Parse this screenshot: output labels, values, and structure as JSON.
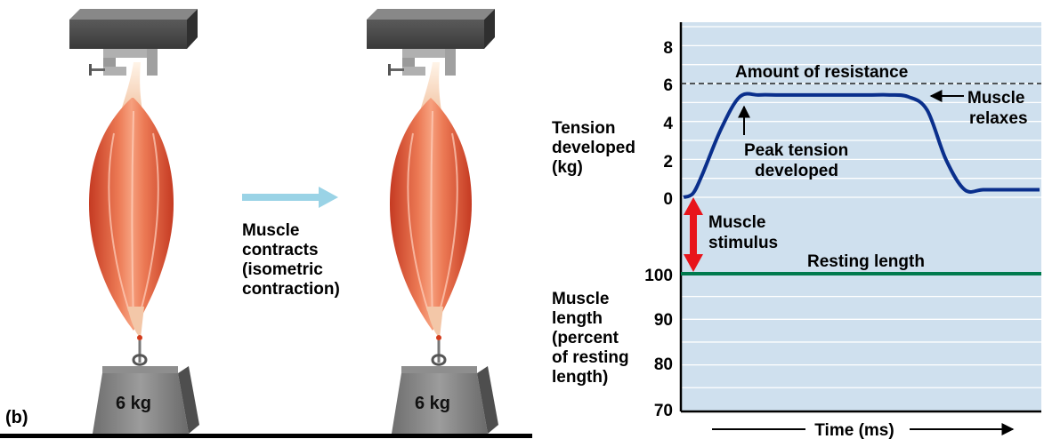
{
  "panel_label": "(b)",
  "weights": {
    "left": "6 kg",
    "right": "6 kg"
  },
  "contraction_caption": [
    "Muscle",
    "contracts",
    "(isometric",
    "contraction)"
  ],
  "tension_label": [
    "Tension",
    "developed",
    "(kg)"
  ],
  "length_label": [
    "Muscle",
    "length",
    "(percent",
    "of resting",
    "length)"
  ],
  "tension_ticks": [
    "8",
    "6",
    "4",
    "2",
    "0"
  ],
  "length_ticks": [
    "100",
    "90",
    "80",
    "70"
  ],
  "annotations": {
    "resistance": "Amount of resistance",
    "peak": [
      "Peak tension",
      "developed"
    ],
    "relaxes": [
      "Muscle",
      "relaxes"
    ],
    "stimulus": [
      "Muscle",
      "stimulus"
    ],
    "resting": "Resting length",
    "time": "Time (ms)"
  },
  "colors": {
    "panel_bg": "#cfe0ee",
    "tension_curve": "#0a2f8c",
    "resting_line": "#007a4d",
    "stimulus_arrow": "#e8151b",
    "contract_arrow": "#9ad3e6",
    "muscle": "#e0573a"
  },
  "chart_data": [
    {
      "type": "line",
      "series": [
        {
          "name": "",
          "x": [
            0,
            0.5,
            1,
            2,
            3,
            4,
            5,
            6,
            7,
            8,
            9,
            10,
            11,
            12,
            13,
            14,
            15,
            16,
            17.5,
            19
          ],
          "values": [
            0,
            0.2,
            1.2,
            3.6,
            5.3,
            5.4,
            5.4,
            5.4,
            5.4,
            5.4,
            5.4,
            5.4,
            5.4,
            5.3,
            4.6,
            2.0,
            0.4,
            0.4,
            0.4,
            0.4
          ]
        }
      ],
      "reference_line": {
        "y": 6
      },
      "ylim": [
        0,
        9
      ],
      "grid": true
    },
    {
      "type": "line",
      "series": [
        {
          "name": "",
          "x": [
            0,
            19
          ],
          "values": [
            100,
            100
          ]
        }
      ],
      "ylim": [
        70,
        100
      ],
      "grid": true
    }
  ]
}
